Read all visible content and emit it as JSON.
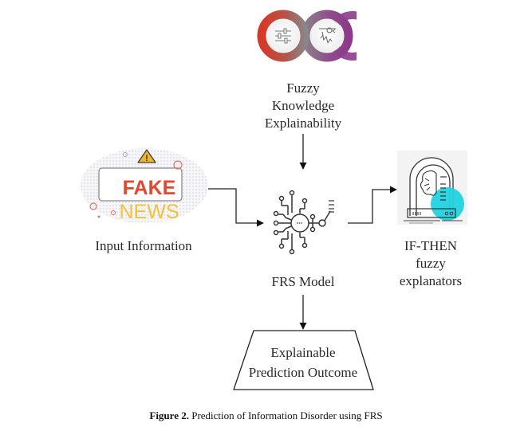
{
  "figure": {
    "caption_prefix": "Figure 2.",
    "caption_text": " Prediction of Information Disorder using FRS"
  },
  "nodes": {
    "knowledge": {
      "lines": [
        "Fuzzy",
        "Knowledge",
        "Explainability"
      ],
      "icons": [
        "sliders-icon",
        "hand-gesture-icon"
      ]
    },
    "input": {
      "label": "Input Information",
      "badge_top": "FAKE",
      "badge_bottom": "NEWS",
      "warning_glyph": "!"
    },
    "model": {
      "label": "FRS Model",
      "icon": "ai-circuit-chip-icon"
    },
    "explanators": {
      "lines": [
        "IF-THEN",
        "fuzzy",
        "explanators"
      ],
      "icon": "brain-server-icon"
    },
    "outcome": {
      "lines": [
        "Explainable",
        "Prediction Outcome"
      ]
    }
  },
  "colors": {
    "fake": "#e4472f",
    "news": "#f0c33c",
    "ring_red": "#d63a26",
    "ring_gray": "#8a8588",
    "ring_purple": "#8e3a8a",
    "cyan": "#22d3e0",
    "warning": "#f1b528"
  },
  "edges": [
    {
      "from": "input",
      "to": "model"
    },
    {
      "from": "knowledge",
      "to": "model"
    },
    {
      "from": "model",
      "to": "explanators"
    },
    {
      "from": "model",
      "to": "outcome"
    }
  ]
}
